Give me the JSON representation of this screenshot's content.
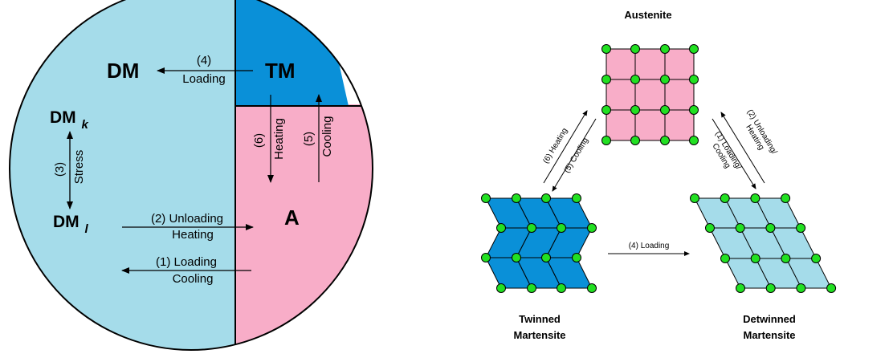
{
  "left_diagram": {
    "states": {
      "dm": "DM",
      "tm": "TM",
      "a": "A",
      "dmk_main": "DM",
      "dmk_sub": "k",
      "dml_main": "DM",
      "dml_sub": "l"
    },
    "transitions": {
      "t4_num": "(4)",
      "t4_text": "Loading",
      "t6_num": "(6)",
      "t6_text": "Heating",
      "t5_num": "(5)",
      "t5_text": "Cooling",
      "t3_num": "(3)",
      "t3_text": "Stress",
      "t2_line1": "(2) Unloading",
      "t2_line2": "Heating",
      "t1_line1": "(1) Loading",
      "t1_line2": "Cooling"
    }
  },
  "right_diagram": {
    "austenite_label": "Austenite",
    "twinned_line1": "Twinned",
    "twinned_line2": "Martensite",
    "detwinned_line1": "Detwinned",
    "detwinned_line2": "Martensite",
    "left_arrows": {
      "line1": "(6) Heating",
      "line2": "(5) Cooling"
    },
    "right_arrows": {
      "line1": "(2) Unloading/",
      "line1b": "Heating",
      "line2": "(1) Loading/",
      "line2b": "Cooling"
    },
    "bottom_arrow": "(4) Loading"
  },
  "colors": {
    "light_blue": "#a5dcea",
    "pink": "#f8adc8",
    "blue": "#0a90d8",
    "green_node": "#22e022",
    "outline": "#000000"
  }
}
